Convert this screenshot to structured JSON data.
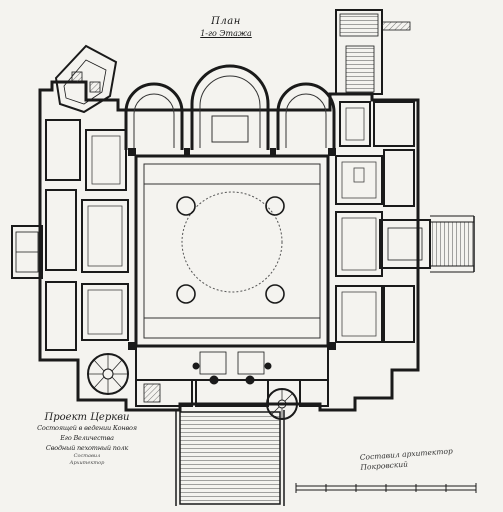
{
  "title": {
    "line1": "План",
    "line2": "1-го Этажа"
  },
  "caption": {
    "line1": "Проект Церкви",
    "line2": "Состоящей в ведении Конвоя",
    "line3": "Его Величества",
    "line4": "Сводный пехотный полк",
    "small1": "Составил",
    "small2": "Архитектор"
  },
  "signature": {
    "line1": "Составил архитектор",
    "line2": "Покровский"
  },
  "colors": {
    "paper": "#f4f3ef",
    "ink": "#1a1a1a",
    "hatch": "#555555"
  }
}
